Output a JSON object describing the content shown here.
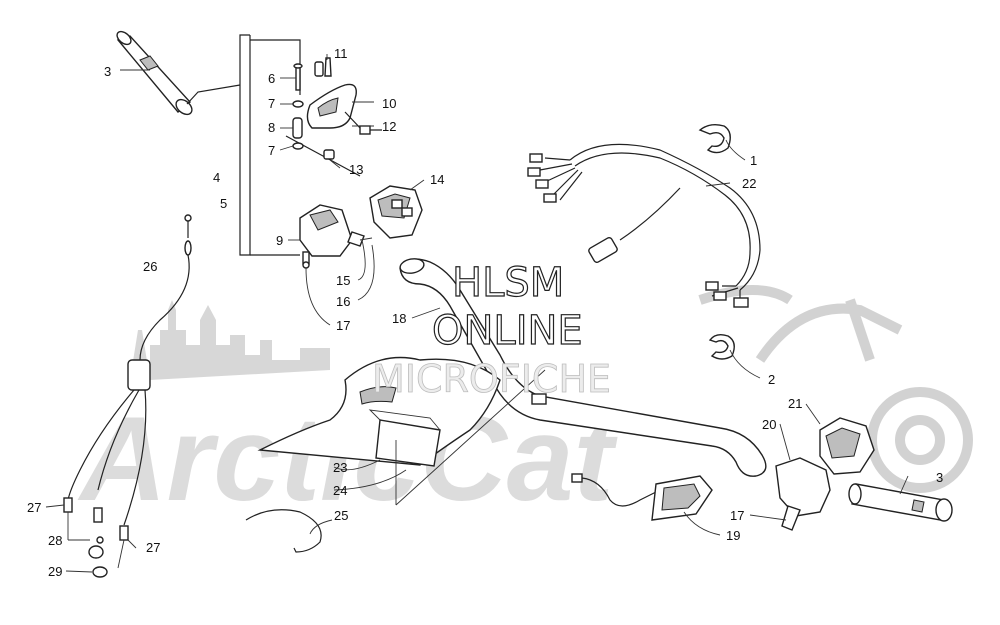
{
  "watermark": {
    "brand": "ArcticCat",
    "overlay_line1": "HLSM",
    "overlay_line2": "ONLINE",
    "overlay_line3": "MICROFICHE"
  },
  "callouts": [
    {
      "id": "c-3a",
      "text": "3"
    },
    {
      "id": "c-11",
      "text": "11"
    },
    {
      "id": "c-6",
      "text": "6"
    },
    {
      "id": "c-7a",
      "text": "7"
    },
    {
      "id": "c-10",
      "text": "10"
    },
    {
      "id": "c-8",
      "text": "8"
    },
    {
      "id": "c-12",
      "text": "12"
    },
    {
      "id": "c-7b",
      "text": "7"
    },
    {
      "id": "c-13",
      "text": "13"
    },
    {
      "id": "c-4",
      "text": "4"
    },
    {
      "id": "c-14",
      "text": "14"
    },
    {
      "id": "c-5",
      "text": "5"
    },
    {
      "id": "c-9",
      "text": "9"
    },
    {
      "id": "c-26",
      "text": "26"
    },
    {
      "id": "c-15",
      "text": "15"
    },
    {
      "id": "c-16",
      "text": "16"
    },
    {
      "id": "c-17a",
      "text": "17"
    },
    {
      "id": "c-18",
      "text": "18"
    },
    {
      "id": "c-1",
      "text": "1"
    },
    {
      "id": "c-22",
      "text": "22"
    },
    {
      "id": "c-2",
      "text": "2"
    },
    {
      "id": "c-21",
      "text": "21"
    },
    {
      "id": "c-20",
      "text": "20"
    },
    {
      "id": "c-23",
      "text": "23"
    },
    {
      "id": "c-24",
      "text": "24"
    },
    {
      "id": "c-3b",
      "text": "3"
    },
    {
      "id": "c-27a",
      "text": "27"
    },
    {
      "id": "c-25",
      "text": "25"
    },
    {
      "id": "c-17b",
      "text": "17"
    },
    {
      "id": "c-28",
      "text": "28"
    },
    {
      "id": "c-27b",
      "text": "27"
    },
    {
      "id": "c-19",
      "text": "19"
    },
    {
      "id": "c-29",
      "text": "29"
    }
  ]
}
